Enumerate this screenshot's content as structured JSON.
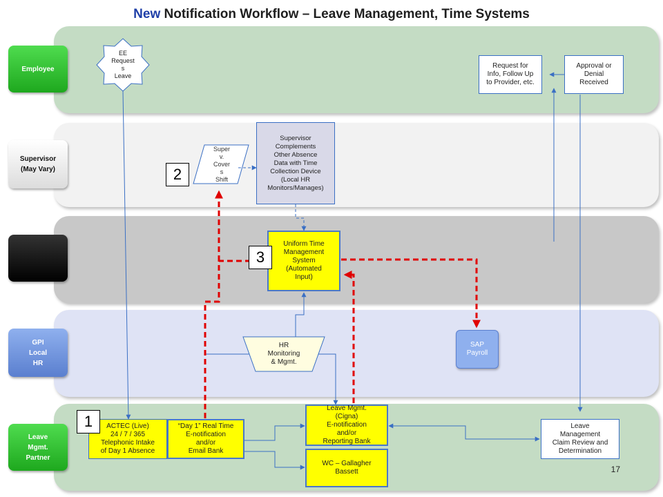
{
  "title": {
    "accent": "New",
    "rest": " Notification Workflow –  Leave Management, Time Systems"
  },
  "lanes": [
    {
      "label": "Employee",
      "color": "#2fc12f"
    },
    {
      "label": "Supervisor\n(May Vary)",
      "color": "#f2f2f2"
    },
    {
      "label": "",
      "color": "#0a0a0a"
    },
    {
      "label": "GPI\nLocal\nHR",
      "color": "#6c8fd8"
    },
    {
      "label": "Leave\nMgmt.\nPartner",
      "color": "#2fc12f"
    }
  ],
  "nodes": {
    "ee_request": "EE\nRequest\ns\nLeave",
    "request_info": "Request for\nInfo, Follow Up\nto Provider, etc.",
    "approval": "Approval or\nDenial\nReceived",
    "superv_covers": "Super\nv.\nCover\ns\nShift",
    "supervisor_complements": "Supervisor\nComplements\nOther Absence\nData with Time\nCollection Device\n(Local HR\nMonitors/Manages)",
    "uniform_time": "Uniform Time\nManagement\nSystem\n(Automated\nInput)",
    "hr_monitoring": "HR\nMonitoring\n& Mgmt.",
    "sap_payroll": "SAP\nPayroll",
    "actec": "ACTEC (Live)\n24 / 7 / 365\nTelephonic Intake\nof Day 1 Absence",
    "day1": "“Day 1” Real Time\nE-notification\nand/or\nEmail Bank",
    "leave_mgmt_cigna": "Leave Mgmt.\n(Cigna)\nE-notification\nand/or\nReporting Bank",
    "wc_gallagher": "WC – Gallagher\nBassett",
    "leave_management_claim": "Leave\nManagement\nClaim Review and\nDetermination"
  },
  "badges": [
    "1",
    "2",
    "3"
  ],
  "page_number": "17"
}
